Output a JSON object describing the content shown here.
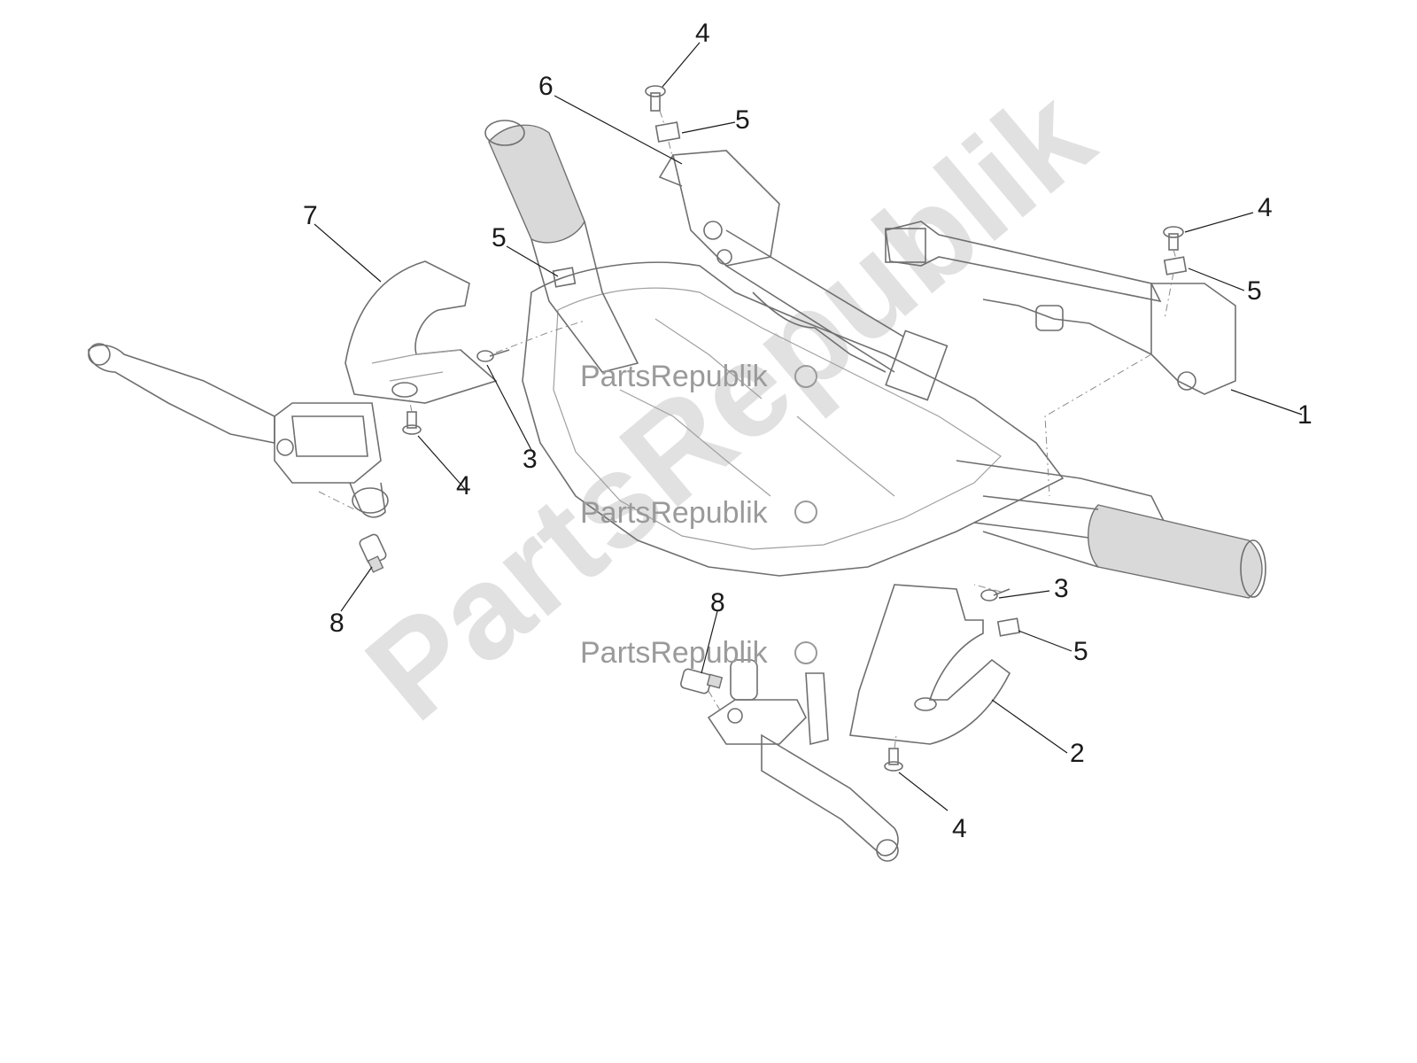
{
  "callouts": [
    {
      "id": "4",
      "label": "4"
    },
    {
      "id": "6",
      "label": "6"
    },
    {
      "id": "5",
      "label": "5"
    },
    {
      "id": "4",
      "label": "4"
    },
    {
      "id": "7",
      "label": "7"
    },
    {
      "id": "5",
      "label": "5"
    },
    {
      "id": "5",
      "label": "5"
    },
    {
      "id": "1",
      "label": "1"
    },
    {
      "id": "3",
      "label": "3"
    },
    {
      "id": "4",
      "label": "4"
    },
    {
      "id": "8",
      "label": "8"
    },
    {
      "id": "3",
      "label": "3"
    },
    {
      "id": "8",
      "label": "8"
    },
    {
      "id": "5",
      "label": "5"
    },
    {
      "id": "2",
      "label": "2"
    },
    {
      "id": "4",
      "label": "4"
    }
  ],
  "watermark": {
    "big": "PartsRepublik",
    "small": [
      "PartsRepublik",
      "PartsRepublik",
      "PartsRepublik"
    ]
  }
}
